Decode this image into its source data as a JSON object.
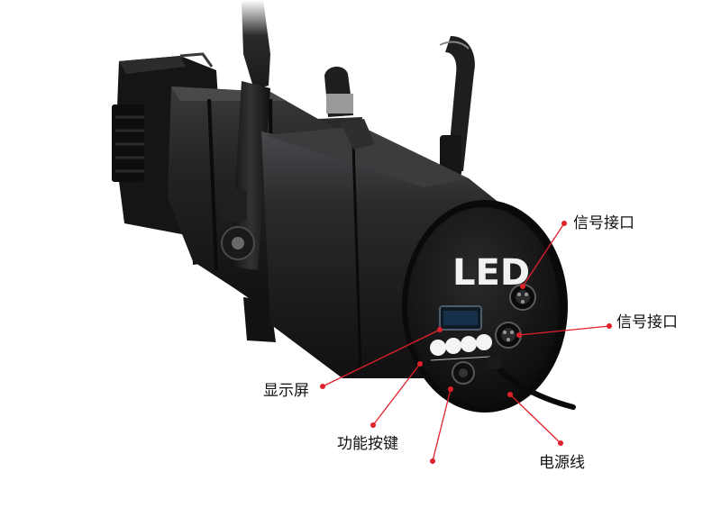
{
  "product": {
    "panel_logo": "LED"
  },
  "callouts": {
    "signal_port_top": "信号接口",
    "signal_port_bottom": "信号接口",
    "display_screen": "显示屏",
    "function_buttons": "功能按键",
    "power_cord": "电源线"
  },
  "colors": {
    "leader_line": "#e0202a",
    "body": "#1c1c1e",
    "background": "#ffffff"
  }
}
